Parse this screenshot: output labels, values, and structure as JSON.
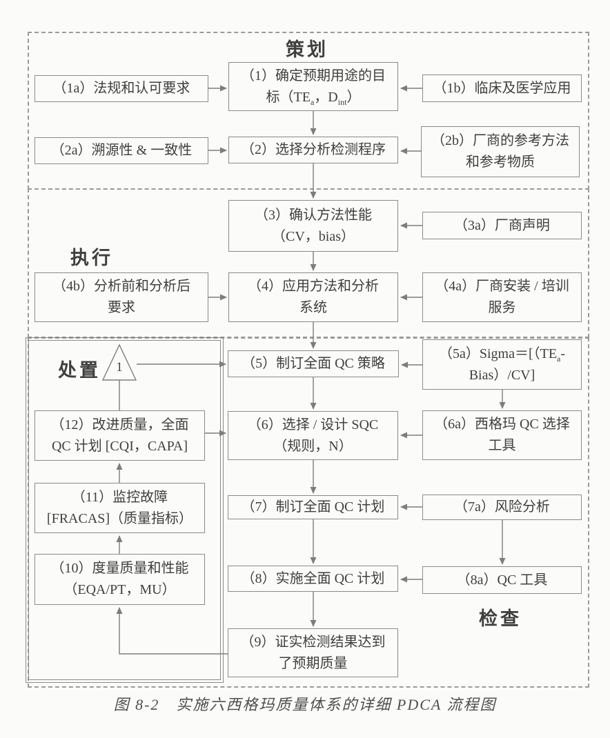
{
  "figure": {
    "caption": "图 8-2　实施六西格玛质量体系的详细 PDCA 流程图"
  },
  "sections": {
    "plan": "策划",
    "do": "执行",
    "act": "处置",
    "check": "检查",
    "loop_node": "1"
  },
  "boxes": {
    "b1a": {
      "text": "（1a）法规和认可要求"
    },
    "b1": {
      "line1": "（1）确定预期用途的目",
      "line2_pre": "标（TE",
      "line2_sub1": "a",
      "line2_mid": "，D",
      "line2_sub2": "int",
      "line2_suf": "）"
    },
    "b1b": {
      "text": "（1b）临床及医学应用"
    },
    "b2a": {
      "text": "（2a）溯源性 & 一致性"
    },
    "b2": {
      "text": "（2）选择分析检测程序"
    },
    "b2b": {
      "line1": "（2b）厂商的参考方法",
      "line2": "和参考物质"
    },
    "b3": {
      "line1": "（3）确认方法性能",
      "line2": "（CV，bias）"
    },
    "b3a": {
      "text": "（3a）厂商声明"
    },
    "b4b": {
      "line1": "（4b）分析前和分析后",
      "line2": "要求"
    },
    "b4": {
      "line1": "（4）应用方法和分析",
      "line2": "系统"
    },
    "b4a": {
      "line1": "（4a）厂商安装 / 培训",
      "line2": "服务"
    },
    "b5": {
      "text": "（5）制订全面 QC 策略"
    },
    "b5a": {
      "line1_pre": "（5a）Sigma＝[（TE",
      "line1_sub": "a",
      "line1_suf": "-",
      "line2": "Bias）/CV]"
    },
    "b6": {
      "line1": "（6）选择 / 设计 SQC",
      "line2": "（规则，N）"
    },
    "b6a": {
      "line1": "（6a）西格玛 QC 选择",
      "line2": "工具"
    },
    "b7": {
      "text": "（7）制订全面 QC 计划"
    },
    "b7a": {
      "text": "（7a）风险分析"
    },
    "b8": {
      "text": "（8）实施全面 QC 计划"
    },
    "b8a": {
      "text": "（8a）QC 工具"
    },
    "b9": {
      "line1": "（9）证实检测结果达到",
      "line2": "了预期质量"
    },
    "b10": {
      "line1": "（10）度量质量和性能",
      "line2": "（EQA/PT，MU）"
    },
    "b11": {
      "line1": "（11）监控故障",
      "line2": "[FRACAS]（质量指标）"
    },
    "b12": {
      "line1": "（12）改进质量，全面",
      "line2": "QC 计划 [CQI，CAPA]"
    }
  },
  "colors": {
    "line": "#8a8a8a",
    "text": "#3f3f3f",
    "background": "#fbfbf9"
  }
}
